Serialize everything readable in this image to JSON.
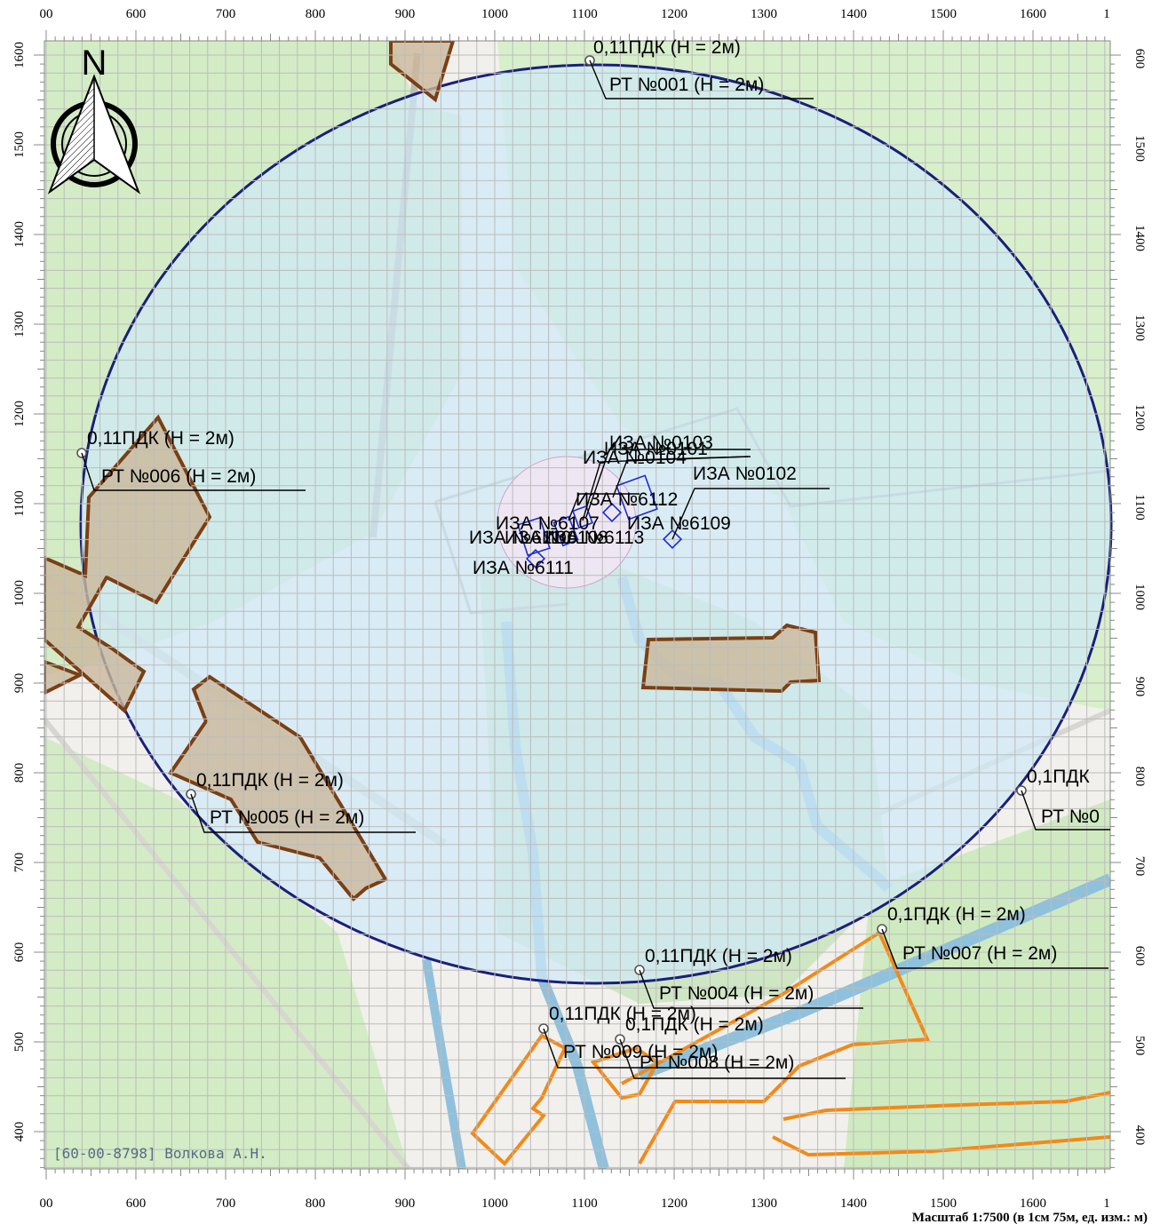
{
  "axes": {
    "x_ticks": [
      "00",
      "600",
      "700",
      "800",
      "900",
      "1000",
      "1100",
      "1200",
      "1300",
      "1400",
      "1500",
      "1600",
      "1"
    ],
    "y_ticks": [
      "1600",
      "1500",
      "1400",
      "1300",
      "1200",
      "1100",
      "1000",
      "900",
      "800",
      "700",
      "600",
      "500",
      "400"
    ],
    "right_ticks": [
      "600",
      "1500",
      "1400",
      "1300",
      "1200",
      "1100",
      "1000",
      "900",
      "800",
      "700",
      "600",
      "500",
      "400"
    ]
  },
  "compass": {
    "letter": "N",
    "icon": "north-arrow-icon"
  },
  "sources": [
    {
      "label": "ИЗА №0103"
    },
    {
      "label": "ИЗА №0101"
    },
    {
      "label": "ИЗА №0104"
    },
    {
      "label": "ИЗА №0102"
    },
    {
      "label": "ИЗА №6112"
    },
    {
      "label": "ИЗА №6107"
    },
    {
      "label": "ИЗА №6109"
    },
    {
      "label": "ИЗА №6110"
    },
    {
      "label": "ИЗА №6108"
    },
    {
      "label": "ИЗА №6113"
    },
    {
      "label": "ИЗА №6111"
    }
  ],
  "points": [
    {
      "value": "0,11ПДК (Н = 2м)",
      "name": "РТ №001 (Н = 2м)"
    },
    {
      "value": "0,11ПДК (Н = 2м)",
      "name": "РТ №006 (Н = 2м)"
    },
    {
      "value": "0,11ПДК (Н = 2м)",
      "name": "РТ №005 (Н = 2м)"
    },
    {
      "value": "0,1ПДК",
      "name": "РТ №0"
    },
    {
      "value": "0,1ПДК (Н = 2м)",
      "name": "РТ №007 (Н = 2м)"
    },
    {
      "value": "0,11ПДК (Н = 2м)",
      "name": "РТ №004 (Н = 2м)"
    },
    {
      "value": "0,11ПДК (Н = 2м)",
      "name": "РТ №009 (Н = 2м)"
    },
    {
      "value": "0,1ПДК (Н = 2м)",
      "name": "РТ №008 (Н = 2м)"
    }
  ],
  "author": "[60-00-8798] Волкова А.Н.",
  "scale_text": "Масштаб 1:7500 (в 1см 75м, ед. изм.: м)",
  "colors": {
    "zone_fill": "#cfe9f6",
    "zone_stroke": "#1a1f7a",
    "brown_zone": "#7a3f14",
    "orange_zone": "#f08a1a",
    "water": "#8fc1dd",
    "greenery": "#cfeac0",
    "grid": "#bcbcbc",
    "source": "#1a2ad8"
  }
}
